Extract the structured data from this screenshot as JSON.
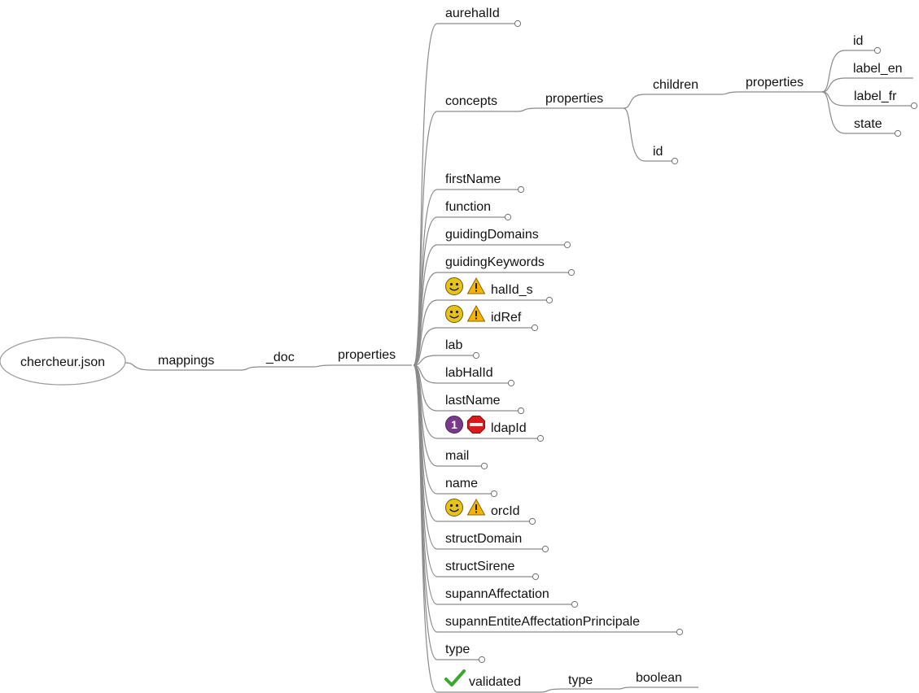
{
  "root": {
    "label": "chercheur.json"
  },
  "chain": [
    "mappings",
    "_doc",
    "properties"
  ],
  "fields": [
    {
      "label": "aurehalId"
    },
    {
      "label": "concepts",
      "sub": "properties"
    },
    {
      "label": "firstName"
    },
    {
      "label": "function"
    },
    {
      "label": "guidingDomains"
    },
    {
      "label": "guidingKeywords"
    },
    {
      "label": "halId_s",
      "icons": [
        "smiley-icon",
        "warning-icon"
      ]
    },
    {
      "label": "idRef",
      "icons": [
        "smiley-icon",
        "warning-icon"
      ]
    },
    {
      "label": "lab"
    },
    {
      "label": "labHalId"
    },
    {
      "label": "lastName"
    },
    {
      "label": "ldapId",
      "icons": [
        "priority-1-icon",
        "stop-icon"
      ]
    },
    {
      "label": "mail"
    },
    {
      "label": "name"
    },
    {
      "label": "orcId",
      "icons": [
        "smiley-icon",
        "warning-icon"
      ]
    },
    {
      "label": "structDomain"
    },
    {
      "label": "structSirene"
    },
    {
      "label": "supannAffectation"
    },
    {
      "label": "supannEntiteAffectationPrincipale"
    },
    {
      "label": "type"
    },
    {
      "label": "validated",
      "icons": [
        "checkmark-icon"
      ],
      "chain": [
        "type",
        "boolean"
      ]
    }
  ],
  "concepts_children": [
    "children",
    "id"
  ],
  "children_chain": "properties",
  "children_fields": [
    "id",
    "label_en",
    "label_fr",
    "state"
  ],
  "colors": {
    "line": "#8a8a8a",
    "text": "#111111"
  }
}
